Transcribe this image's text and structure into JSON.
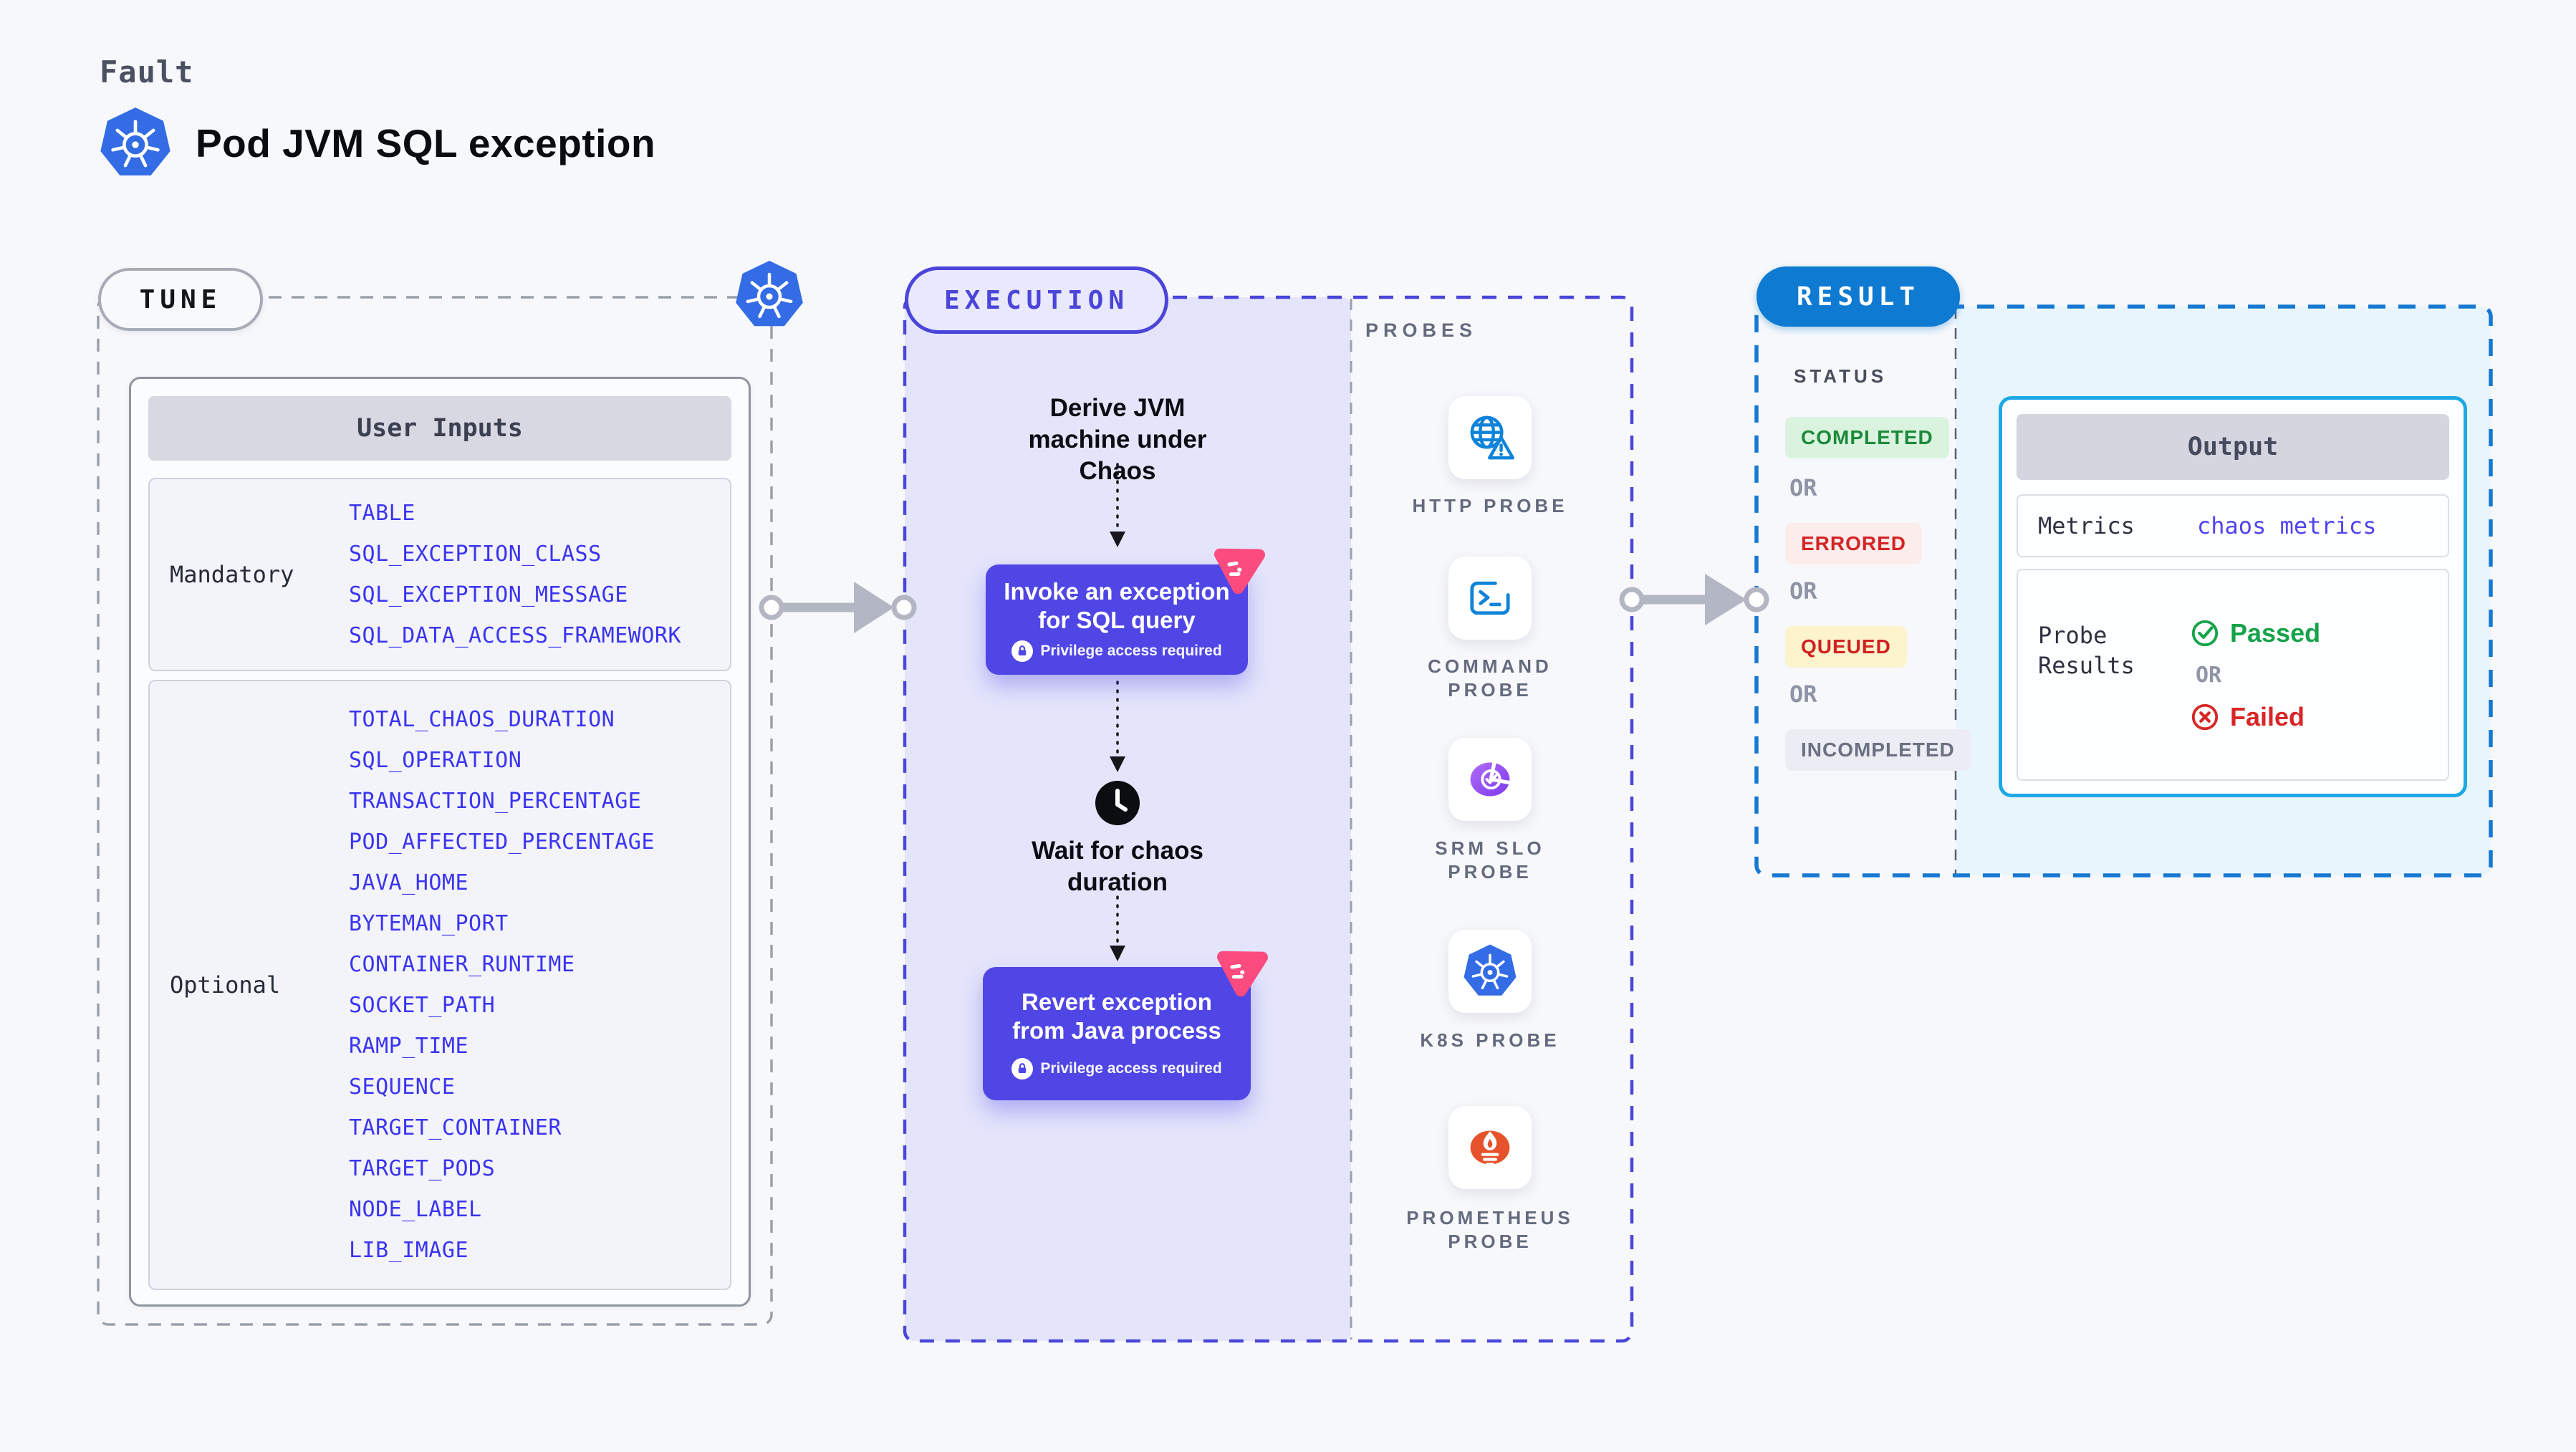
{
  "header": {
    "kicker": "Fault",
    "title": "Pod JVM SQL exception"
  },
  "tune": {
    "label": "TUNE",
    "table": {
      "header": "User Inputs",
      "rows": [
        {
          "label": "Mandatory",
          "params": [
            "TABLE",
            "SQL_EXCEPTION_CLASS",
            "SQL_EXCEPTION_MESSAGE",
            "SQL_DATA_ACCESS_FRAMEWORK"
          ]
        },
        {
          "label": "Optional",
          "params": [
            "TOTAL_CHAOS_DURATION",
            "SQL_OPERATION",
            "TRANSACTION_PERCENTAGE",
            "POD_AFFECTED_PERCENTAGE",
            "JAVA_HOME",
            "BYTEMAN_PORT",
            "CONTAINER_RUNTIME",
            "SOCKET_PATH",
            "RAMP_TIME",
            "SEQUENCE",
            "TARGET_CONTAINER",
            "TARGET_PODS",
            "NODE_LABEL",
            "LIB_IMAGE"
          ]
        }
      ]
    }
  },
  "execution": {
    "label": "EXECUTION",
    "steps": [
      {
        "label": "Derive JVM machine under Chaos"
      },
      {
        "label": "Invoke an exception for SQL query",
        "note": "Privilege access required"
      },
      {
        "label": "Wait for chaos duration"
      },
      {
        "label": "Revert exception from Java process",
        "note": "Privilege access required"
      }
    ]
  },
  "probes": {
    "label": "PROBES",
    "items": [
      {
        "label": "HTTP PROBE",
        "icon": "http-probe-icon"
      },
      {
        "label": "COMMAND PROBE",
        "icon": "command-probe-icon"
      },
      {
        "label": "SRM SLO PROBE",
        "icon": "srm-slo-probe-icon"
      },
      {
        "label": "K8S PROBE",
        "icon": "k8s-probe-icon"
      },
      {
        "label": "PROMETHEUS PROBE",
        "icon": "prometheus-probe-icon"
      }
    ]
  },
  "result": {
    "label": "RESULT",
    "status": {
      "title": "STATUS",
      "values": [
        "COMPLETED",
        "ERRORED",
        "QUEUED",
        "INCOMPLETED"
      ],
      "or": "OR"
    },
    "output": {
      "header": "Output",
      "metrics_label": "Metrics",
      "metrics_value": "chaos metrics",
      "probe_results_label": "Probe Results",
      "passed": "Passed",
      "or": "OR",
      "failed": "Failed"
    }
  },
  "colors": {
    "k8s_blue": "#336ce4",
    "action_indigo": "#4f46e5",
    "execution_purple": "#4b46d9",
    "result_blue": "#0e7ad1",
    "output_border_cyan": "#1ea9e6",
    "param_blue": "#3b34f1",
    "probe_icon_blue": "#0f83d9",
    "prometheus_orange": "#e6522c",
    "chaos_pink": "#fb4b7f",
    "passed_green": "#16a34a",
    "failed_red": "#d92626"
  }
}
